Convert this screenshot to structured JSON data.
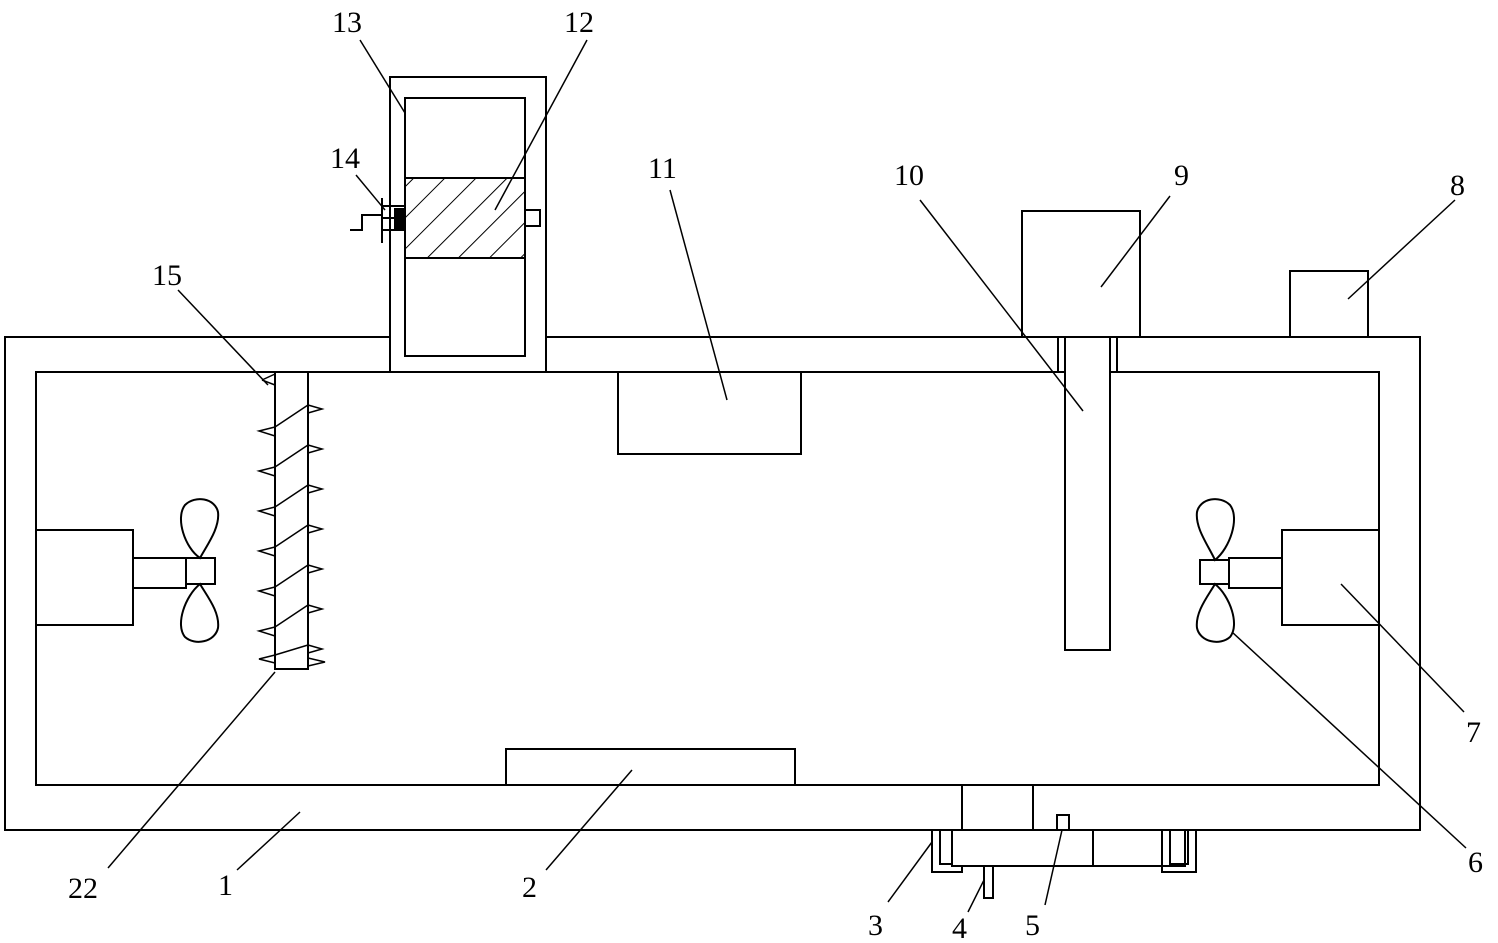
{
  "labels": {
    "l1": "1",
    "l2": "2",
    "l3": "3",
    "l4": "4",
    "l5": "5",
    "l6": "6",
    "l7": "7",
    "l8": "8",
    "l9": "9",
    "l10": "10",
    "l11": "11",
    "l12": "12",
    "l13": "13",
    "l14": "14",
    "l15": "15",
    "l22": "22"
  }
}
